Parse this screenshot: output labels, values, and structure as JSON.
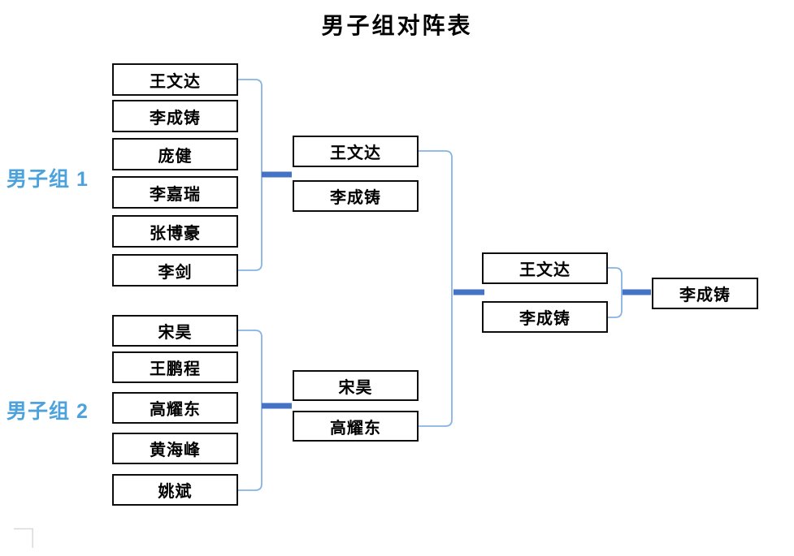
{
  "title": "男子组对阵表",
  "groups": [
    {
      "label": "男子组 1",
      "players": [
        "王文达",
        "李成铸",
        "庞健",
        "李嘉瑞",
        "张博豪",
        "李剑"
      ]
    },
    {
      "label": "男子组 2",
      "players": [
        "宋昊",
        "王鹏程",
        "高耀东",
        "黄海峰",
        "姚斌"
      ]
    }
  ],
  "round2": [
    {
      "players": [
        "王文达",
        "李成铸"
      ]
    },
    {
      "players": [
        "宋昊",
        "高耀东"
      ]
    }
  ],
  "final": {
    "players": [
      "王文达",
      "李成铸"
    ]
  },
  "champion": "李成铸",
  "colors": {
    "group_label": "#4CA2DC",
    "connector_line": "#85B3E3",
    "connector_dash": "#4472C4",
    "box_border": "#000000",
    "corner_mark": "#D9D9D9"
  }
}
